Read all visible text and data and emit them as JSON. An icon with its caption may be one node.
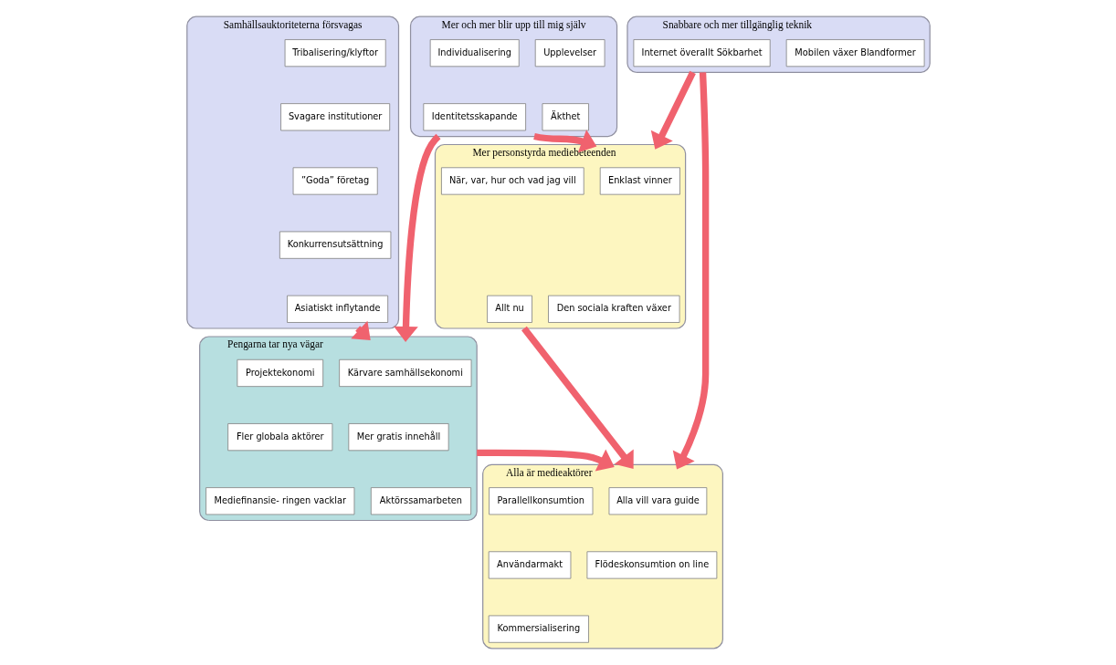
{
  "diagram": {
    "nodes": [
      {
        "text": [
          "Samhällsauktoriteterna försvagas"
        ]
      },
      {
        "text": [
          "Tribalisering/klyftor"
        ],
        "in": 0
      },
      {
        "text": [
          "Svagare institutioner"
        ],
        "in": 0
      },
      {
        "text": [
          "”Goda” företag"
        ],
        "in": 0
      },
      {
        "text": [
          "Konkurrensutsättning"
        ],
        "in": 0
      },
      {
        "text": [
          "Asiatiskt inflytande"
        ],
        "in": 0
      },
      {
        "text": [
          "Mer och mer blir upp till mig själv"
        ]
      },
      {
        "text": [
          "Individualisering"
        ],
        "in": 6
      },
      {
        "text": [
          "Upplevelser"
        ],
        "in": 6
      },
      {
        "text": [
          "Identitetsskapande"
        ],
        "in": 6
      },
      {
        "text": [
          "Äkthet"
        ],
        "in": 6
      },
      {
        "text": [
          "Snabbare och mer tillgänglig teknik"
        ]
      },
      {
        "text": [
          "Internet överallt Sökbarhet"
        ],
        "in": 11
      },
      {
        "text": [
          "Mobilen växer Blandformer"
        ],
        "in": 11
      },
      {
        "text": [
          "Mer personstyrda mediebeteenden"
        ]
      },
      {
        "text": [
          "När, var, hur och vad jag vill"
        ],
        "in": 14
      },
      {
        "text": [
          "Enklast vinner"
        ],
        "in": 14
      },
      {
        "text": [
          "Den sociala kraften växer"
        ],
        "in": 14
      },
      {
        "text": [
          "Allt nu"
        ],
        "in": 14
      },
      {
        "text": [
          "Pengarna tar nya vägar"
        ]
      },
      {
        "text": [
          "Projektekonomi"
        ],
        "in": 19
      },
      {
        "text": [
          "Kärvare samhällsekonomi"
        ],
        "in": 19
      },
      {
        "text": [
          "Fler globala aktörer"
        ],
        "in": 19
      },
      {
        "text": [
          "Mer gratis innehåll"
        ],
        "in": 19
      },
      {
        "text": [
          "Mediefinansie- ringen vacklar"
        ],
        "in": 19
      },
      {
        "text": [
          "Aktörssamarbeten"
        ],
        "in": 19
      },
      {
        "text": [
          "Alla är medieaktörer"
        ]
      },
      {
        "text": [
          "Parallellkonsumtion"
        ],
        "in": 26
      },
      {
        "text": [
          "Alla vill vara guide"
        ],
        "in": 26
      },
      {
        "text": [
          "Användarmakt"
        ],
        "in": 26
      },
      {
        "text": [
          "Flödeskonsumtion on line"
        ],
        "in": 26
      },
      {
        "text": [
          "Kommersialisering"
        ],
        "in": 26
      }
    ],
    "edges": [
      {
        "from": 0,
        "to": 19,
        "arrow": "to"
      },
      {
        "from": 6,
        "to": 19,
        "arrow": "to"
      },
      {
        "from": 6,
        "to": 14,
        "arrow": "to"
      },
      {
        "from": 11,
        "to": 14,
        "arrow": "to"
      },
      {
        "from": 11,
        "to": 26,
        "arrow": "to"
      },
      {
        "from": 14,
        "to": 26,
        "arrow": "to"
      },
      {
        "from": 19,
        "to": 26,
        "arrow": "to"
      }
    ]
  }
}
